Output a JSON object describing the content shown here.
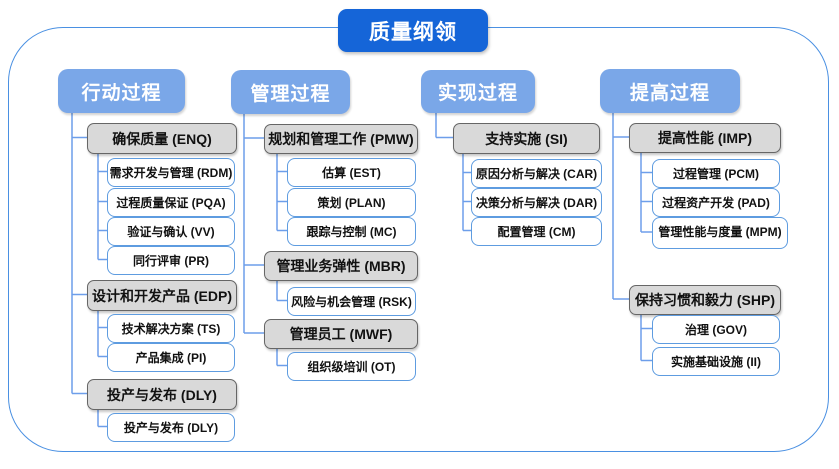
{
  "title": "质量纲领",
  "colors": {
    "title_bg": "#1565d8",
    "header_bg": "#7aa7e8",
    "gray_fill": "#d9d9d9",
    "gray_border": "#666666",
    "leaf_border": "#5e9ce0",
    "connector": "#6d9eea",
    "frame_border": "#4a90e2",
    "text_dark": "#111111",
    "text_light": "#ffffff"
  },
  "columns": [
    {
      "label": "行动过程",
      "groups": [
        {
          "label": "确保质量 (ENQ)",
          "children": [
            "需求开发与管理 (RDM)",
            "过程质量保证 (PQA)",
            "验证与确认 (VV)",
            "同行评审 (PR)"
          ]
        },
        {
          "label": "设计和开发产品 (EDP)",
          "children": [
            "技术解决方案 (TS)",
            "产品集成 (PI)"
          ]
        },
        {
          "label": "投产与发布 (DLY)",
          "children": [
            "投产与发布 (DLY)"
          ]
        }
      ]
    },
    {
      "label": "管理过程",
      "groups": [
        {
          "label": "规划和管理工作 (PMW)",
          "children": [
            "估算 (EST)",
            "策划 (PLAN)",
            "跟踪与控制 (MC)"
          ]
        },
        {
          "label": "管理业务弹性 (MBR)",
          "children": [
            "风险与机会管理 (RSK)"
          ]
        },
        {
          "label": "管理员工 (MWF)",
          "children": [
            "组织级培训 (OT)"
          ]
        }
      ]
    },
    {
      "label": "实现过程",
      "groups": [
        {
          "label": "支持实施 (SI)",
          "children": [
            "原因分析与解决 (CAR)",
            "决策分析与解决 (DAR)",
            "配置管理 (CM)"
          ]
        }
      ]
    },
    {
      "label": "提高过程",
      "groups": [
        {
          "label": "提高性能 (IMP)",
          "children": [
            "过程管理 (PCM)",
            "过程资产开发 (PAD)",
            "管理性能与度量 (MPM)"
          ]
        },
        {
          "label": "保持习惯和毅力 (SHP)",
          "children": [
            "治理 (GOV)",
            "实施基础设施 (II)"
          ]
        }
      ]
    }
  ]
}
